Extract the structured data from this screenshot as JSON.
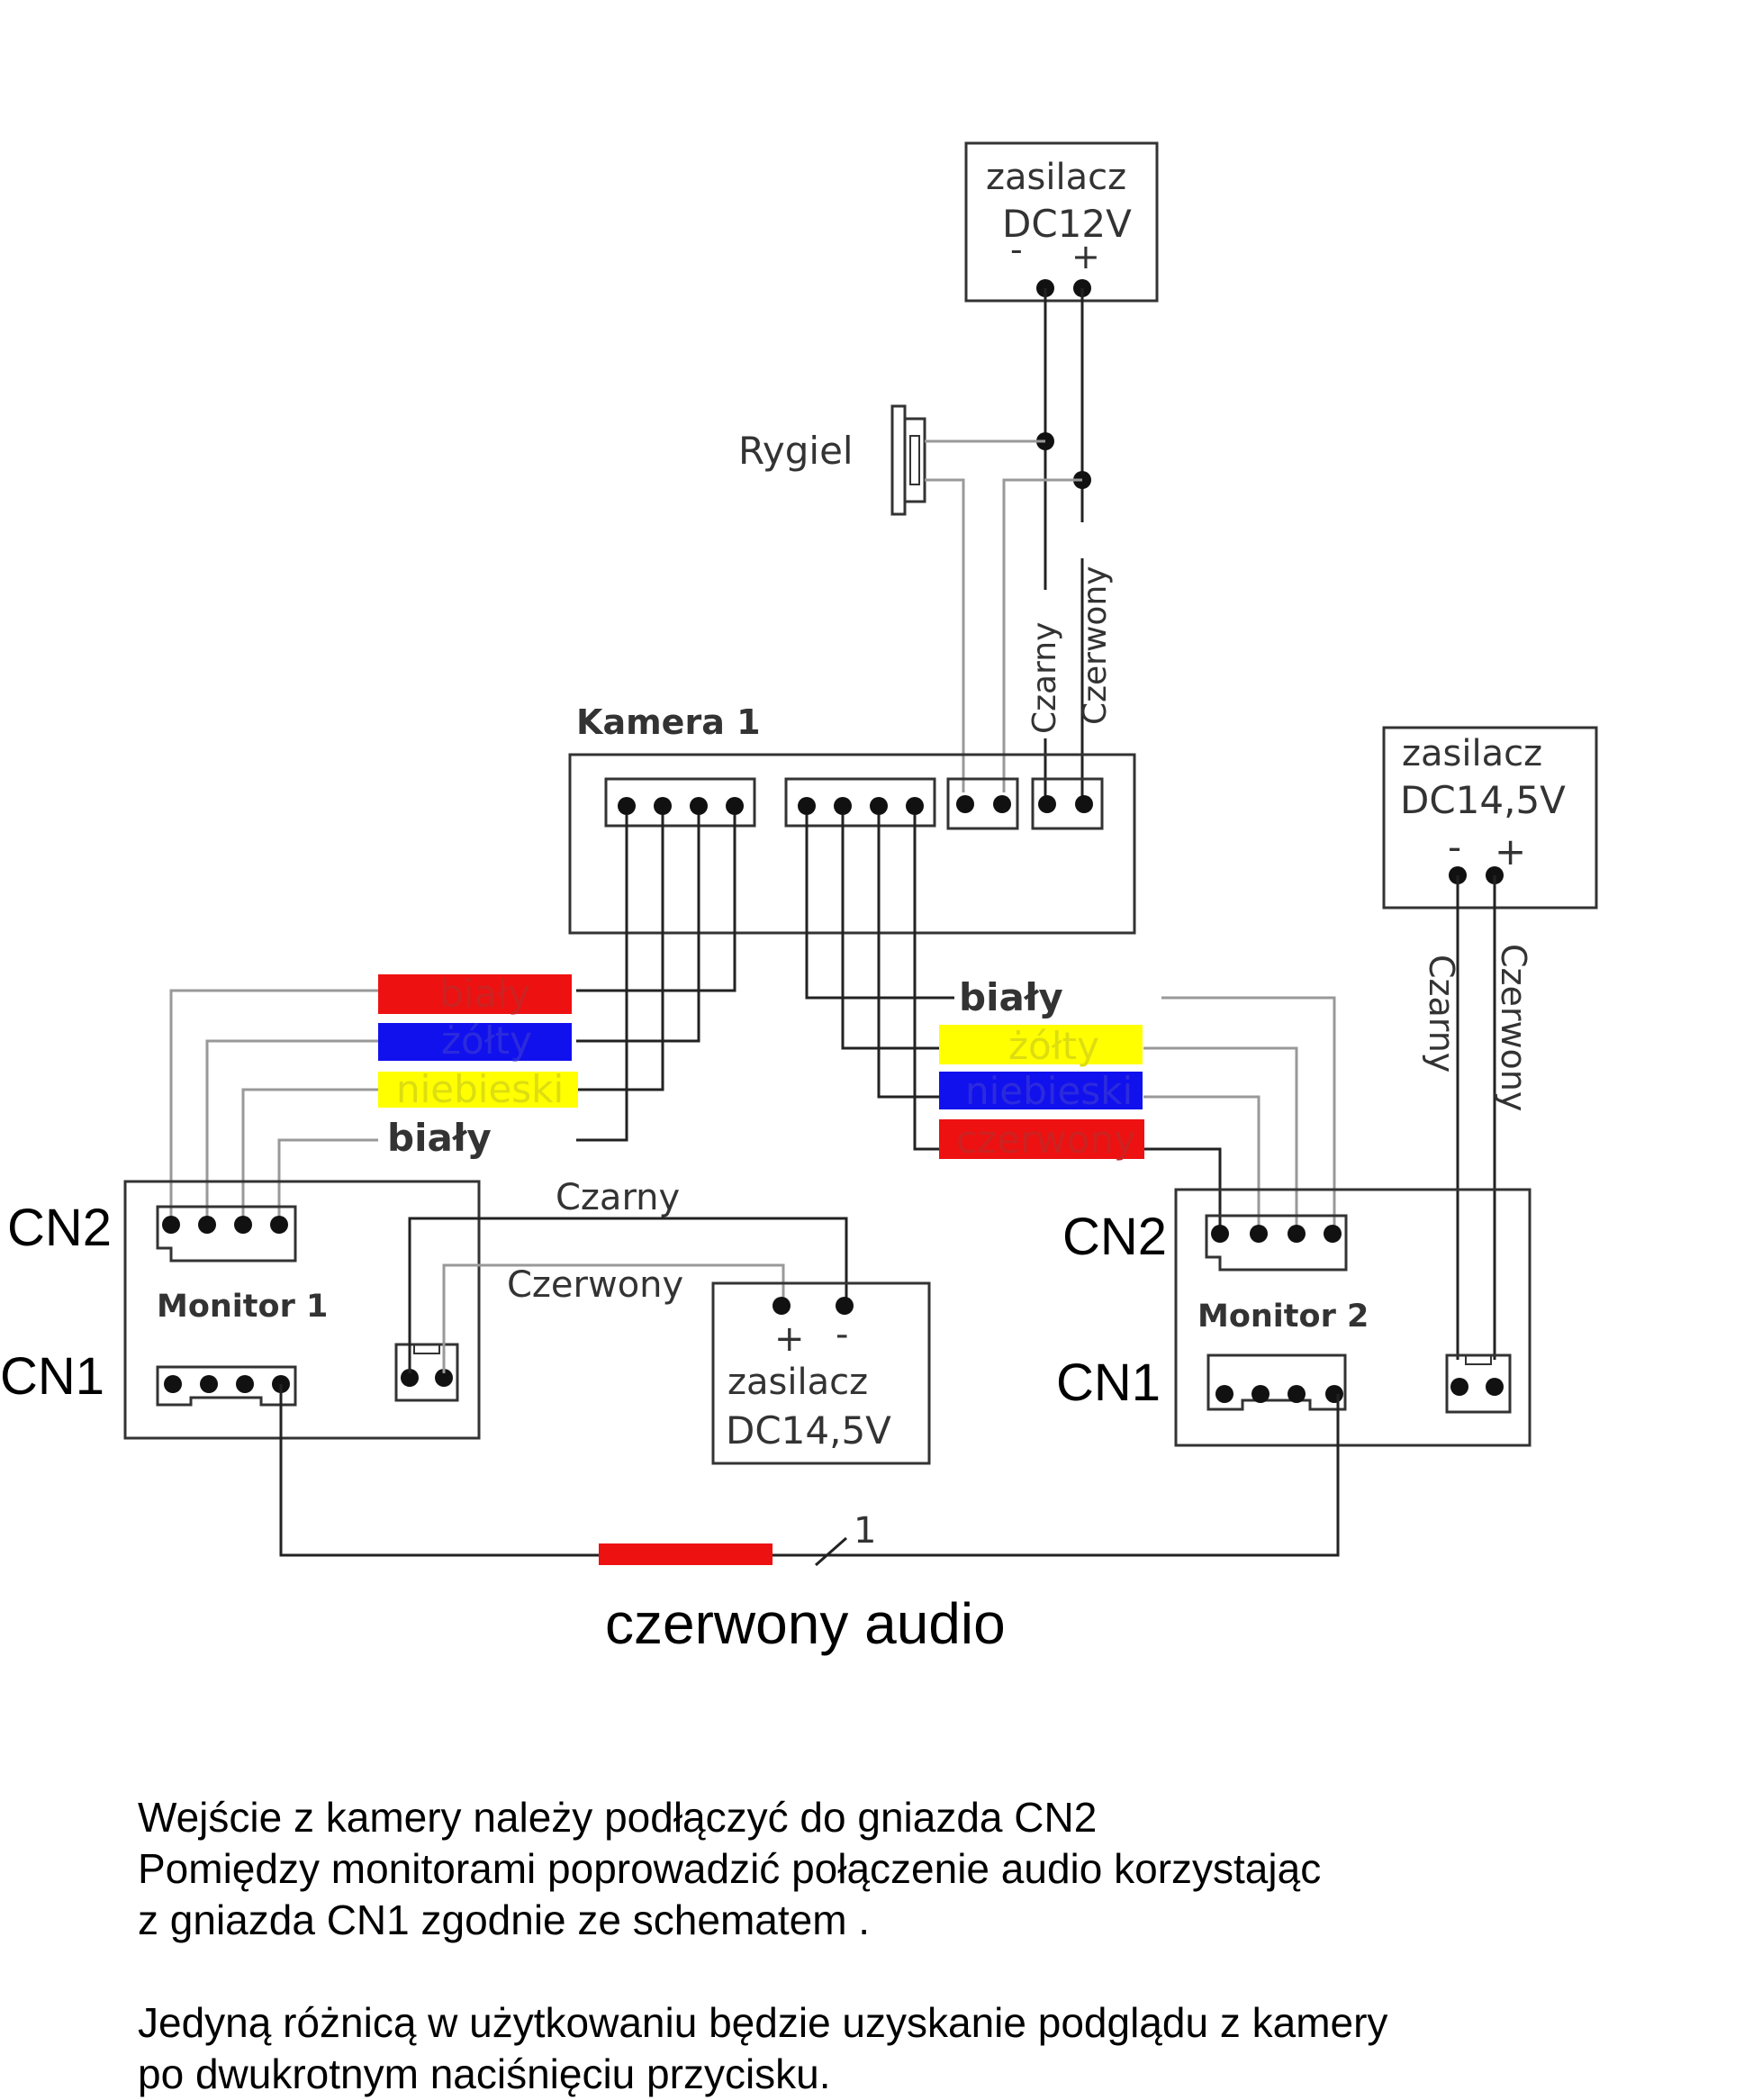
{
  "components": {
    "psu_top": {
      "line1": "zasilacz",
      "line2": "DC12V",
      "minus": "-",
      "plus": "+"
    },
    "lock": {
      "label": "Rygiel"
    },
    "camera": {
      "label": "Kamera 1"
    },
    "psu_right": {
      "line1": "zasilacz",
      "line2": "DC14,5V",
      "minus": "-",
      "plus": "+"
    },
    "psu_mid": {
      "line1": "zasilacz",
      "line2": "DC14,5V",
      "minus": "-",
      "plus": "+"
    },
    "monitor1": {
      "label": "Monitor 1",
      "cn2": "CN2",
      "cn1": "CN1"
    },
    "monitor2": {
      "label": "Monitor 2",
      "cn2": "CN2",
      "cn1": "CN1"
    }
  },
  "wire_labels": {
    "top_black": "Czarny",
    "top_red": "Czerwony",
    "right_black": "Czarny",
    "right_red": "Czerwony",
    "mon1_black": "Czarny",
    "mon1_red": "Czerwony"
  },
  "left_bundle": [
    {
      "text": "biały",
      "color": "#ee1111"
    },
    {
      "text": "żółty",
      "color": "#1111ee"
    },
    {
      "text": "niebieski",
      "color": "#ffff00"
    },
    {
      "text": "biały",
      "color": "none"
    }
  ],
  "right_bundle": [
    {
      "text": "biały",
      "color": "none"
    },
    {
      "text": "żółty",
      "color": "#ffff00"
    },
    {
      "text": "niebieski",
      "color": "#1111ee"
    },
    {
      "text": "czerwony",
      "color": "#ee1111"
    }
  ],
  "audio": {
    "label": "czerwony audio",
    "count": "1",
    "color": "#ee1111"
  },
  "notes": [
    "Wejście z kamery należy podłączyć do gniazda CN2",
    "Pomiędzy monitorami poprowadzić połączenie audio korzystając",
    "z gniazda CN1 zgodnie ze schematem .",
    "",
    "Jedyną różnicą w użytkowaniu będzie uzyskanie podglądu z kamery",
    "po dwukrotnym naciśnięciu przycisku."
  ]
}
